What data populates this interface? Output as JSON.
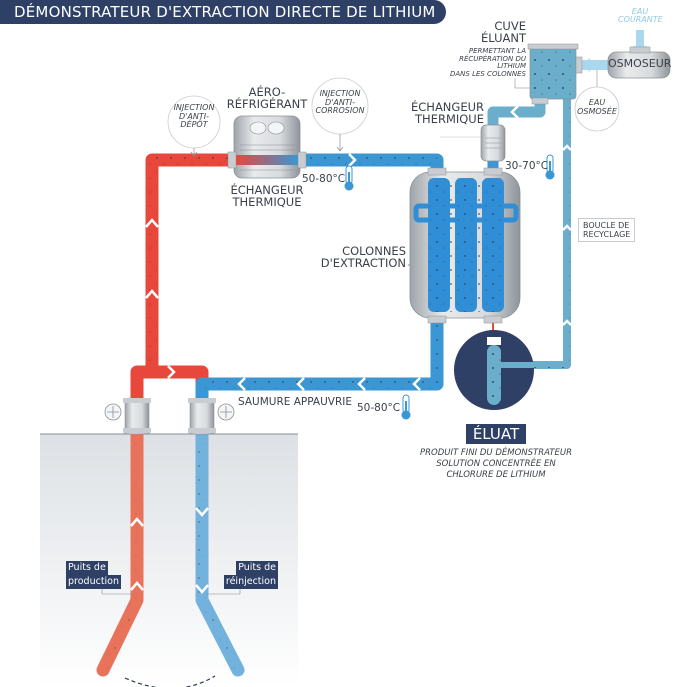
{
  "title": "DÉMONSTRATEUR D'EXTRACTION DIRECTE DE LITHIUM",
  "colors": {
    "hot_brine": "#e8473b",
    "cold_brine": "#3a97d4",
    "eluant_water": "#6aaecb",
    "navy": "#2f4066",
    "well_production": "#e8735a",
    "well_reinjection": "#72b2dc",
    "ground": "#e6e9ec"
  },
  "components": {
    "aero_refrigerant": {
      "line1": "AÉRO-",
      "line2": "RÉFRIGÉRANT"
    },
    "echangeur_1": {
      "line1": "ÉCHANGEUR",
      "line2": "THERMIQUE"
    },
    "echangeur_2": {
      "line1": "ÉCHANGEUR",
      "line2": "THERMIQUE"
    },
    "colonnes": {
      "line1": "COLONNES",
      "line2": "D'EXTRACTION"
    },
    "cuve_eluant": {
      "line1": "CUVE",
      "line2": "ÉLUANT",
      "desc1": "PERMETTANT LA",
      "desc2": "RÉCUPÉRATION DU LITHIUM",
      "desc3": "DANS LES COLONNES"
    },
    "osmoseur": "OSMOSEUR",
    "eau_courante": {
      "line1": "EAU",
      "line2": "COURANTE"
    },
    "eau_osmosee": {
      "line1": "EAU",
      "line2": "OSMOSÉE"
    },
    "injection_anti_depot": {
      "line1": "INJECTION",
      "line2": "D'ANTI-",
      "line3": "DÉPÔT"
    },
    "injection_anti_corrosion": {
      "line1": "INJECTION",
      "line2": "D'ANTI-",
      "line3": "CORROSION"
    },
    "boucle_recyclage": {
      "line1": "BOUCLE DE",
      "line2": "RECYCLAGE"
    },
    "saumure_appauvrie": "SAUMURE APPAUVRIE",
    "eluat": {
      "label": "ÉLUAT",
      "desc1": "PRODUIT FINI DU DÉMONSTRATEUR",
      "desc2": "SOLUTION CONCENTRÉE EN",
      "desc3": "CHLORURE DE LITHIUM"
    },
    "puits_production": {
      "line1": "Puits de",
      "line2": "production"
    },
    "puits_reinjection": {
      "line1": "Puits de",
      "line2": "réinjection"
    }
  },
  "temperatures": {
    "after_aero": "50-80°C",
    "after_echangeur": "30-70°C",
    "saumure_appauvrie": "50-80°C"
  }
}
